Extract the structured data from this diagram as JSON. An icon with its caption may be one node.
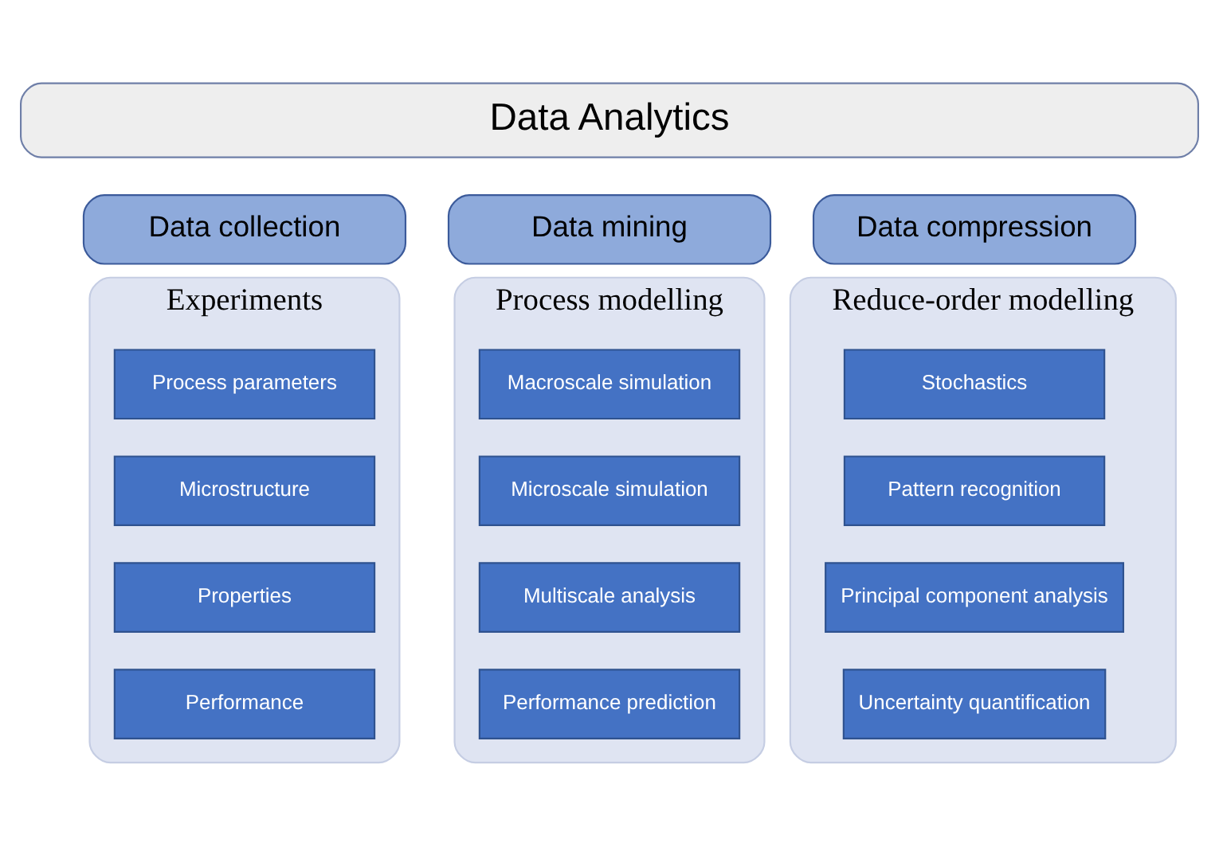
{
  "diagram": {
    "nodes": [
      {
        "text": [
          "Data Analytics"
        ]
      },
      {
        "text": [
          "Data collection"
        ]
      },
      {
        "text": [
          "Experiments"
        ]
      },
      {
        "text": [
          "Process parameters"
        ],
        "in": 2
      },
      {
        "text": [
          "Microstructure"
        ],
        "in": 2
      },
      {
        "text": [
          "Properties"
        ],
        "in": 2
      },
      {
        "text": [
          "Performance"
        ],
        "in": 2
      },
      {
        "text": [
          "Data mining"
        ]
      },
      {
        "text": [
          "Process modelling"
        ]
      },
      {
        "text": [
          "Macroscale simulation"
        ],
        "in": 8
      },
      {
        "text": [
          "Microscale simulation"
        ],
        "in": 8
      },
      {
        "text": [
          "Multiscale analysis"
        ],
        "in": 8
      },
      {
        "text": [
          "Performance prediction"
        ],
        "in": 8
      },
      {
        "text": [
          "Data compression"
        ]
      },
      {
        "text": [
          "Reduce-order modelling"
        ]
      },
      {
        "text": [
          "Stochastics"
        ],
        "in": 14
      },
      {
        "text": [
          "Pattern recognition"
        ],
        "in": 14
      },
      {
        "text": [
          "Principal component analysis"
        ],
        "in": 14
      },
      {
        "text": [
          "Uncertainty quantification"
        ],
        "in": 14
      }
    ]
  }
}
